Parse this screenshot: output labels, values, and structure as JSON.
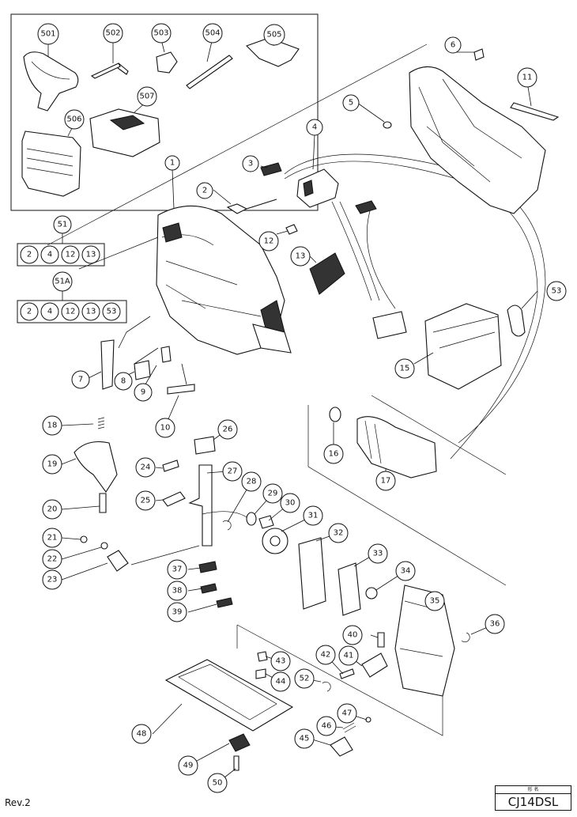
{
  "revision": "Rev.2",
  "model_header": "形 名",
  "model": "CJ14DSL",
  "callouts": [
    "501",
    "502",
    "503",
    "504",
    "505",
    "506",
    "507",
    "1",
    "2",
    "3",
    "4",
    "5",
    "6",
    "11",
    "12",
    "13",
    "15",
    "16",
    "17",
    "53",
    "7",
    "8",
    "9",
    "10",
    "18",
    "19",
    "20",
    "21",
    "22",
    "23",
    "24",
    "25",
    "26",
    "27",
    "28",
    "29",
    "30",
    "31",
    "32",
    "33",
    "34",
    "35",
    "36",
    "37",
    "38",
    "39",
    "40",
    "41",
    "42",
    "43",
    "44",
    "45",
    "46",
    "47",
    "48",
    "49",
    "50",
    "52"
  ],
  "set_51": {
    "label": "51",
    "items": [
      "2",
      "4",
      "12",
      "13"
    ]
  },
  "set_51A": {
    "label": "51A",
    "items": [
      "2",
      "4",
      "12",
      "13",
      "53"
    ]
  }
}
